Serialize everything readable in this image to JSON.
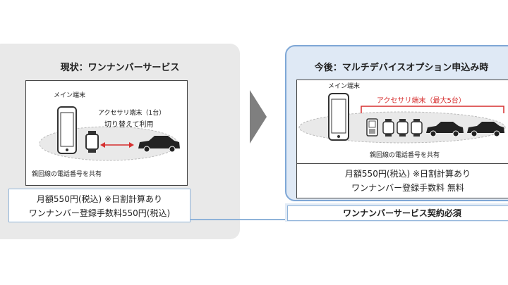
{
  "left": {
    "title": "現状：ワンナンバーサービス",
    "main_device": "メイン端末",
    "accessory_label": "アクセサリ端末（1台）",
    "switch_label": "切り替えて利用",
    "share_label": "親回線の電話番号を共有",
    "fee_line1": "月額550円(税込) ※日割計算あり",
    "fee_line2": "ワンナンバー登録手数料550円(税込)"
  },
  "right": {
    "title": "今後：マルチデバイスオプション申込み時",
    "main_device": "メイン端末",
    "accessory_label": "アクセサリ端末（最大5台）",
    "share_label": "親回線の電話番号を共有",
    "fee_line1": "月額550円(税込) ※日割計算あり",
    "fee_line2": "ワンナンバー登録手数料 無料",
    "contract": "ワンナンバーサービス契約必須"
  },
  "colors": {
    "accent": "#d62f2f",
    "panel_blue": "#dfe9f5",
    "border_blue": "#7ea7d6",
    "panel_gray": "#e9e9e9"
  }
}
